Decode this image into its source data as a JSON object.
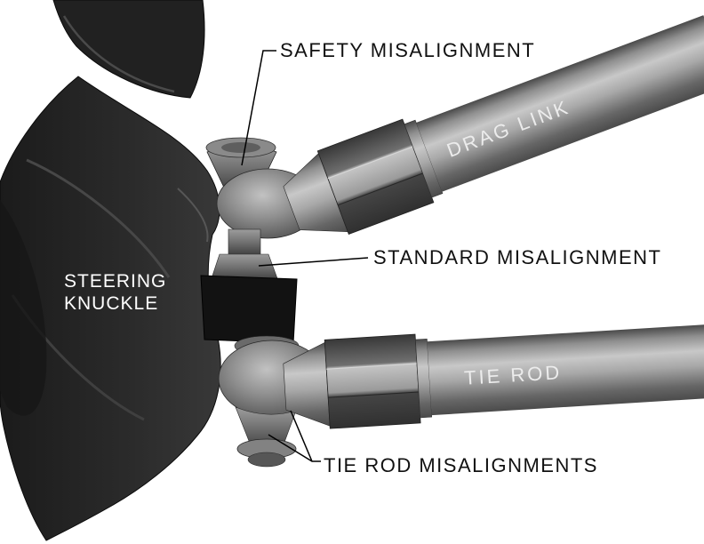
{
  "title": "Steering knuckle and linkage misalignment diagram",
  "labels": {
    "safety": "SAFETY MISALIGNMENT",
    "drag_link": "DRAG LINK",
    "standard": "STANDARD MISALIGNMENT",
    "steering_knuckle_line1": "STEERING",
    "steering_knuckle_line2": "KNUCKLE",
    "tie_rod": "TIE ROD",
    "tie_rod_misalignments": "TIE ROD MISALIGNMENTS"
  },
  "colors": {
    "background": "#ffffff",
    "label_text": "#111111",
    "light_text": "#ececec",
    "knuckle_dark": "#222222",
    "bushing_black": "#121212",
    "metal_light": "#c8c8c8",
    "metal_mid": "#8a8a8a",
    "metal_dark": "#4a4a4a"
  }
}
